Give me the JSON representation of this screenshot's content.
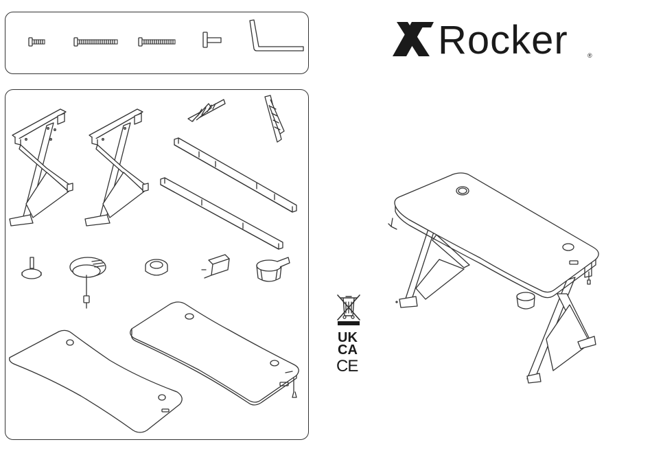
{
  "brand": {
    "name": "Rocker",
    "mark_letter": "X",
    "registered": "®"
  },
  "certifications": {
    "ukca_line1": "UK",
    "ukca_line2": "CA",
    "ce": "CE"
  },
  "icons": {
    "weee": "weee-crossed-bin-icon",
    "ukca": "ukca-mark-icon",
    "ce": "ce-mark-icon"
  },
  "hardware": [
    "short-bolt",
    "long-bolt",
    "medium-bolt",
    "t-bolt",
    "allen-key"
  ],
  "parts": [
    "z-leg-left",
    "z-leg-right",
    "brace-bracket-left",
    "brace-bracket-right",
    "crossbar-upper",
    "crossbar-lower",
    "leveling-foot",
    "cable-grommet-with-cord",
    "cable-grommet",
    "headphone-hook",
    "cup-holder",
    "desktop-top",
    "desktop-bottom"
  ],
  "colors": {
    "line": "#333333",
    "background": "#ffffff"
  }
}
